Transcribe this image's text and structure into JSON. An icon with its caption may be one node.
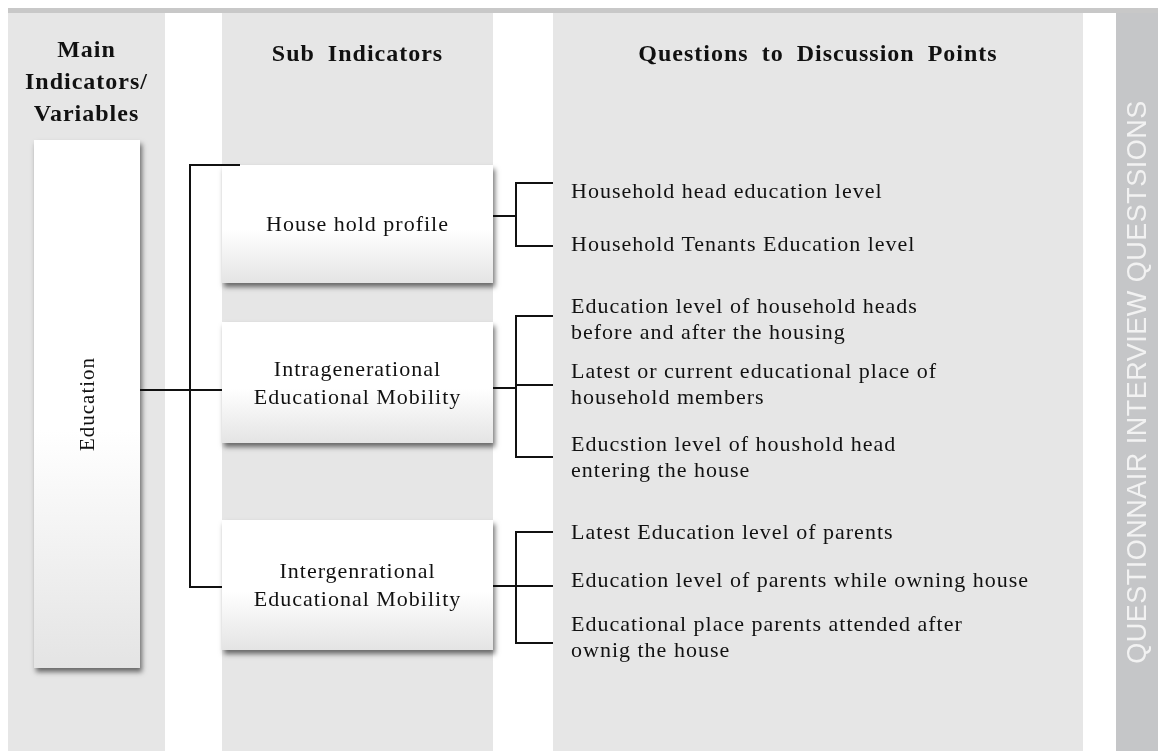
{
  "diagram": {
    "nodes": [
      {
        "text": [
          "Main Indicators/ Variables"
        ]
      },
      {
        "text": [
          "Sub Indicators"
        ]
      },
      {
        "text": [
          "Questions to Discussion Points"
        ]
      },
      {
        "text": [
          "QUESTIONNAIR INTERVIEW QUESTSIONS"
        ]
      },
      {
        "text": [
          "Education"
        ],
        "in": 0
      },
      {
        "text": [
          "House hold profile"
        ],
        "in": 1
      },
      {
        "text": [
          "Intragenerational Educational Mobility"
        ],
        "in": 1
      },
      {
        "text": [
          "Intergenrational Educational Mobility"
        ],
        "in": 1
      },
      {
        "text": [
          "Household head education level"
        ],
        "in": 2
      },
      {
        "text": [
          "Household Tenants Education level"
        ],
        "in": 2
      },
      {
        "text": [
          "Education level of household heads before and after the housing"
        ],
        "in": 2
      },
      {
        "text": [
          "Latest or current educational place of household members"
        ],
        "in": 2
      },
      {
        "text": [
          "Educstion level of houshold head entering the house"
        ],
        "in": 2
      },
      {
        "text": [
          "Latest Education level of parents"
        ],
        "in": 2
      },
      {
        "text": [
          "Education level of parents while owning house"
        ],
        "in": 2
      },
      {
        "text": [
          "Educational place parents attended after ownig the house"
        ],
        "in": 2
      }
    ],
    "edges": [
      {
        "from": 4,
        "to": 5,
        "arrow": "none"
      },
      {
        "from": 4,
        "to": 6,
        "arrow": "none"
      },
      {
        "from": 4,
        "to": 7,
        "arrow": "none"
      },
      {
        "from": 5,
        "to": 8,
        "arrow": "none"
      },
      {
        "from": 5,
        "to": 9,
        "arrow": "none"
      },
      {
        "from": 6,
        "to": 10,
        "arrow": "none"
      },
      {
        "from": 6,
        "to": 11,
        "arrow": "none"
      },
      {
        "from": 6,
        "to": 12,
        "arrow": "none"
      },
      {
        "from": 7,
        "to": 13,
        "arrow": "none"
      },
      {
        "from": 7,
        "to": 14,
        "arrow": "none"
      },
      {
        "from": 7,
        "to": 15,
        "arrow": "none"
      }
    ]
  }
}
